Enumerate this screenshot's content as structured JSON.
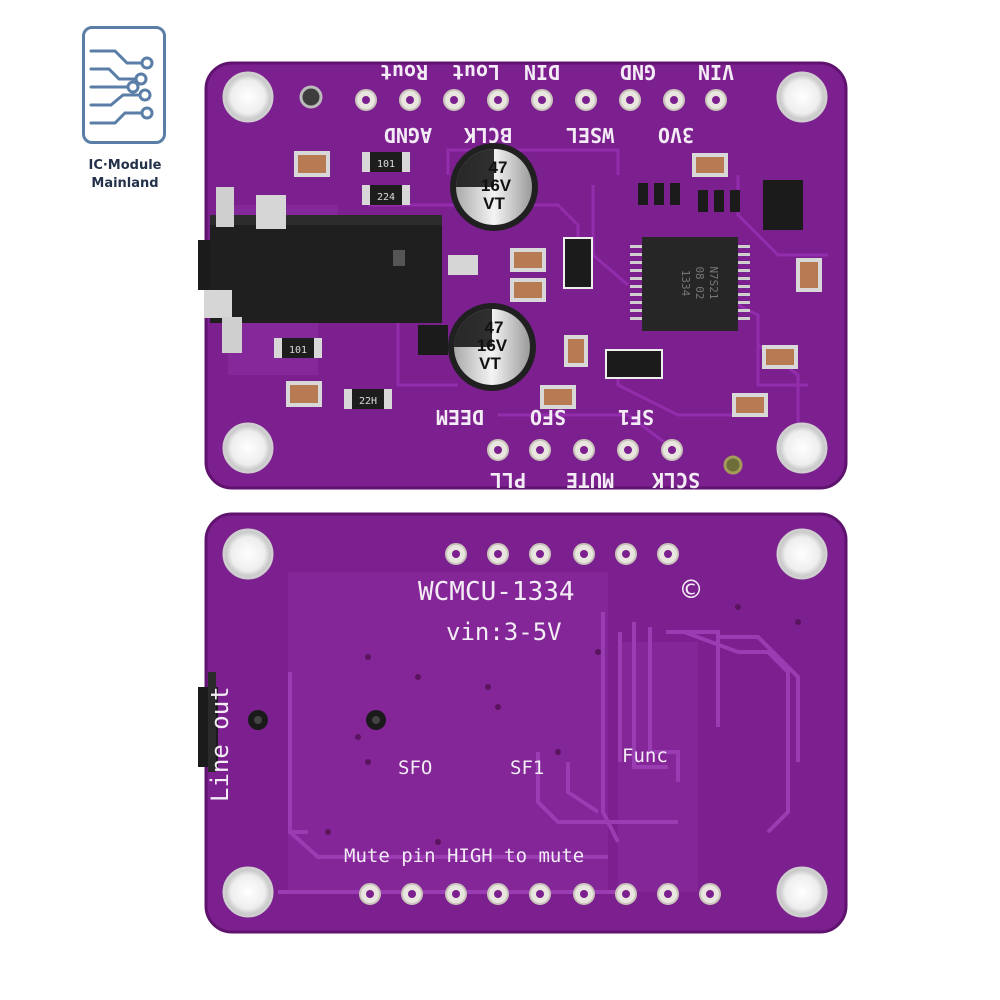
{
  "logo": {
    "line1": "IC·Module",
    "line2": "Mainland",
    "icon": "circuit-icon",
    "color": "#5a7ea8"
  },
  "colors": {
    "pcb": "#7c1f8f",
    "pcb_dark": "#5f136f",
    "trace": "#8e32a3",
    "silkscreen": "#f3ecf5",
    "pad": "#e9e6e0"
  },
  "top_board": {
    "top_row_labels": [
      "Rout",
      "Lout",
      "DIN",
      "GND",
      "VIN"
    ],
    "second_row_labels": [
      "AGND",
      "BCLK",
      "WSEL",
      "3VO"
    ],
    "bottom_row_labels": [
      "DEEM",
      "SFO",
      "SF1"
    ],
    "bottom_edge_labels": [
      "PLL",
      "MUTE",
      "SCLK"
    ],
    "capacitor_1": [
      "47",
      "16V",
      "VT"
    ],
    "capacitor_2": [
      "47",
      "16V",
      "VT"
    ],
    "resistors": [
      "101",
      "224",
      "101",
      "22H"
    ],
    "chip_marking": [
      "1334",
      "08 02",
      "N7S21"
    ]
  },
  "bottom_board": {
    "model": "WCMCU-1334",
    "copyright": "©",
    "voltage": "vin:3-5V",
    "line_out": "Line out",
    "sfo": "SFO",
    "sf1": "SF1",
    "func": "Func",
    "mute_note": "Mute pin HIGH to mute"
  }
}
